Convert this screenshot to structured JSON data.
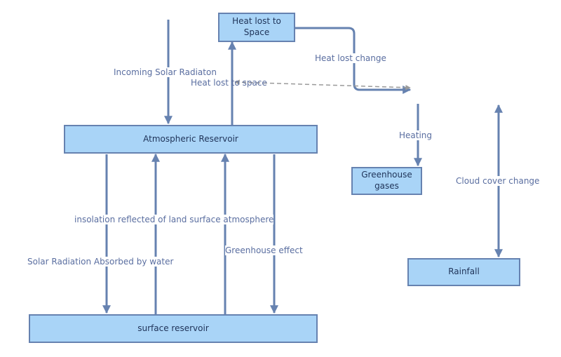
{
  "nodes": {
    "heat_lost_space": "Heat lost to Space",
    "atmospheric_reservoir": "Atmospheric Reservoir",
    "surface_reservoir": "surface reservoir",
    "greenhouse_gases": "Greenhouse gases",
    "rainfall": "Rainfall"
  },
  "edges": {
    "incoming_solar": "Incoming Solar Radiaton",
    "heat_lost_to_space": "Heat lost to space",
    "heat_lost_change": "Heat lost change",
    "heating": "Heating",
    "cloud_cover_change": "Cloud cover change",
    "insolation_reflected": "insolation reflected of land surface atmosphere",
    "solar_absorbed": "Solar Radiation Absorbed by water",
    "greenhouse_effect": "Greenhouse effect"
  },
  "colors": {
    "box_fill": "#a9d4f7",
    "box_border": "#6682b0",
    "arrow": "#6682b0",
    "dashed_arrow": "#9a9a9a",
    "label_text": "#5a6ea0"
  }
}
